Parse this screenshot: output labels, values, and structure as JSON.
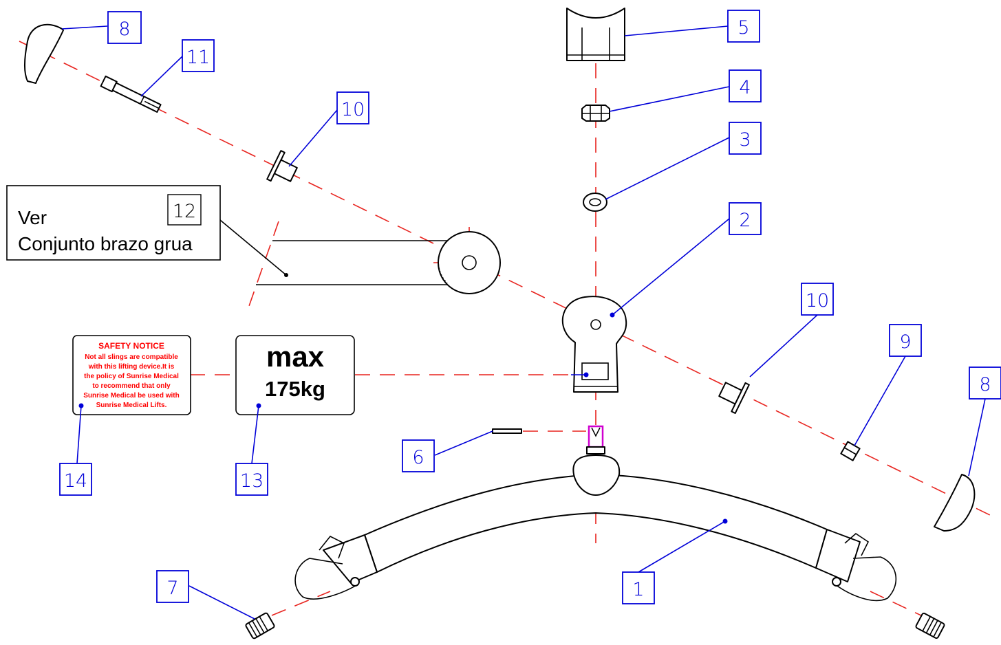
{
  "reference_note": {
    "line1": "Ver",
    "line2": "Conjunto brazo grua",
    "number": "12"
  },
  "max_label": {
    "line1": "max",
    "line2": "175kg"
  },
  "safety_label": {
    "title": "SAFETY NOTICE",
    "lines": [
      "Not all slings are compatible",
      "with this lifting device.It is",
      "the policy of Sunrise Medical",
      "to recommend  that only",
      "Sunrise Medical be used with",
      "Sunrise Medical Lifts."
    ]
  },
  "callouts": {
    "c1": "1",
    "c2": "2",
    "c3": "3",
    "c4": "4",
    "c5": "5",
    "c6": "6",
    "c7": "7",
    "c8a": "8",
    "c8b": "8",
    "c9": "9",
    "c10a": "10",
    "c10b": "10",
    "c11": "11",
    "c13": "13",
    "c14": "14"
  },
  "colors": {
    "axis": "#e8231e",
    "callout": "#0000d8",
    "safety_text": "#ff0000",
    "highlight": "#d000d0"
  }
}
